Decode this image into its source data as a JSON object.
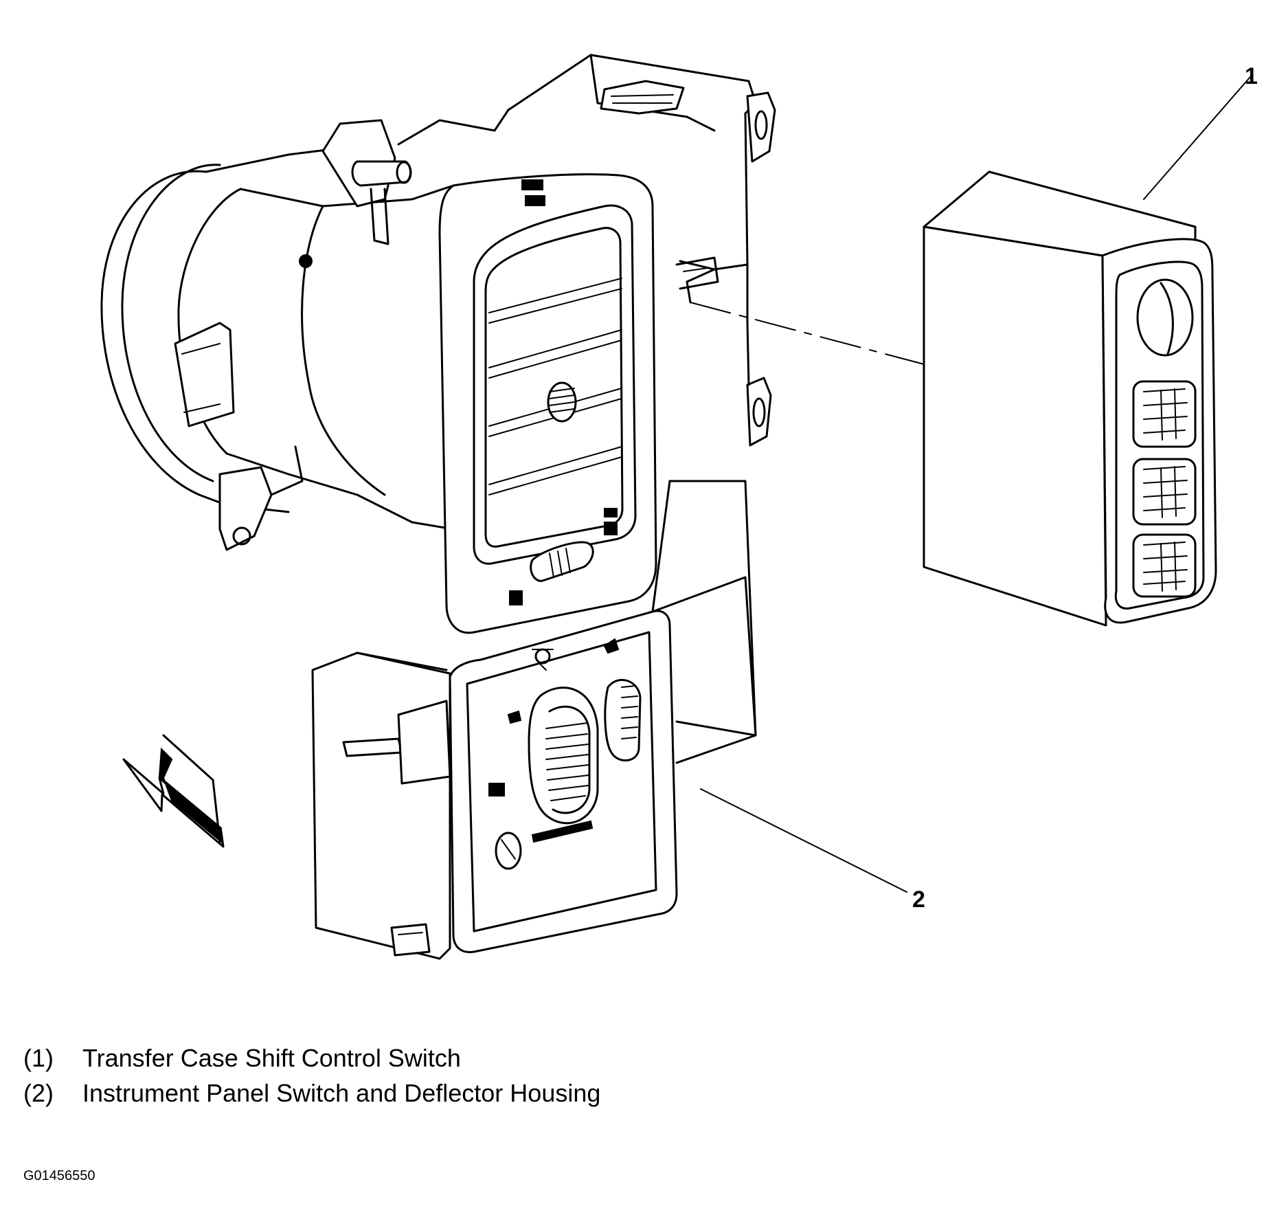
{
  "callouts": [
    {
      "number": "1"
    },
    {
      "number": "2"
    }
  ],
  "legend": [
    {
      "number": "(1)",
      "text": "Transfer Case Shift Control Switch"
    },
    {
      "number": "(2)",
      "text": "Instrument Panel Switch and Deflector Housing"
    }
  ],
  "figure_id": "G01456550",
  "colors": {
    "line": "#000000",
    "background": "#ffffff"
  },
  "icons": [
    "direction-arrow-icon"
  ]
}
